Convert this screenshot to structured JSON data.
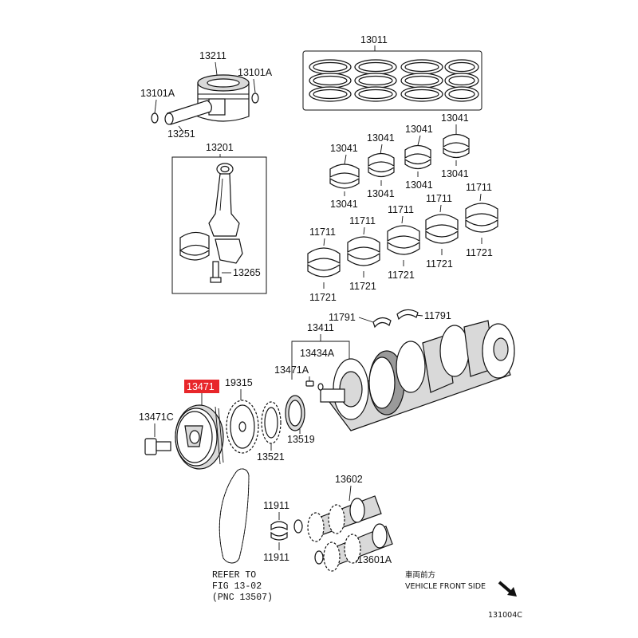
{
  "callouts": {
    "c13011": "13011",
    "c13211": "13211",
    "c13101a_left": "13101A",
    "c13101a_right": "13101A",
    "c13251": "13251",
    "c13201": "13201",
    "c13265": "13265",
    "c13041_a": "13041",
    "c13041_b": "13041",
    "c13041_c": "13041",
    "c13041_d": "13041",
    "c13041_e": "13041",
    "c13041_f": "13041",
    "c13041_g": "13041",
    "c13041_h": "13041",
    "c11711_a": "11711",
    "c11711_b": "11711",
    "c11711_c": "11711",
    "c11711_d": "11711",
    "c11711_e": "11711",
    "c11721_a": "11721",
    "c11721_b": "11721",
    "c11721_c": "11721",
    "c11721_d": "11721",
    "c11721_e": "11721",
    "c11791_a": "11791",
    "c11791_b": "11791",
    "c13411": "13411",
    "c13434a": "13434A",
    "c13471a": "13471A",
    "c13471": "13471",
    "c19315": "19315",
    "c13471c": "13471C",
    "c13521": "13521",
    "c13519": "13519",
    "c13602": "13602",
    "c13601a": "13601A",
    "c11911_a": "11911",
    "c11911_b": "11911"
  },
  "refer": {
    "line1": "REFER TO",
    "line2": "FIG 13-02",
    "line3": "(PNC 13507)"
  },
  "direction": {
    "chinese": "車両前方",
    "english": "VEHICLE FRONT SIDE"
  },
  "figure_code": "131004C",
  "highlight_color": "#e8262a"
}
